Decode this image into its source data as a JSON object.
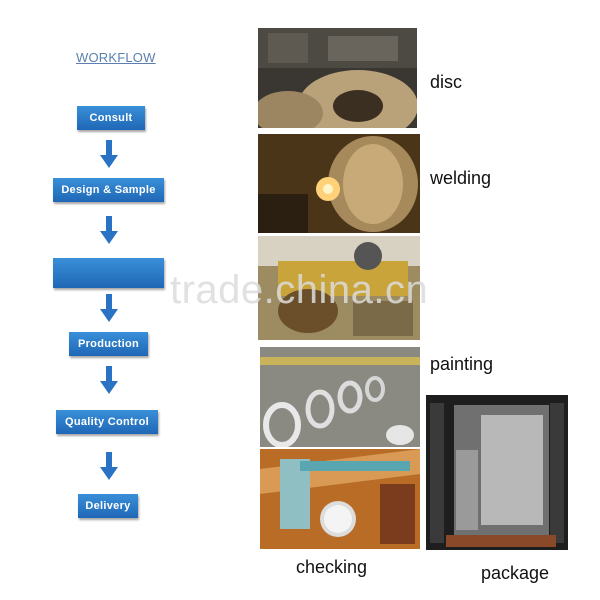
{
  "workflow": {
    "title": "WORKFLOW",
    "steps": [
      "Consult",
      "Design & Sample",
      "",
      "Production",
      "Quality Control",
      "Delivery"
    ]
  },
  "photos": {
    "captions": {
      "disc": "disc",
      "welding": "welding",
      "painting": "painting",
      "checking": "checking",
      "package": "package"
    }
  },
  "watermark": "trade.china.cn",
  "colors": {
    "step_blue": "#1f67b6",
    "arrow_blue": "#2a72c4"
  }
}
